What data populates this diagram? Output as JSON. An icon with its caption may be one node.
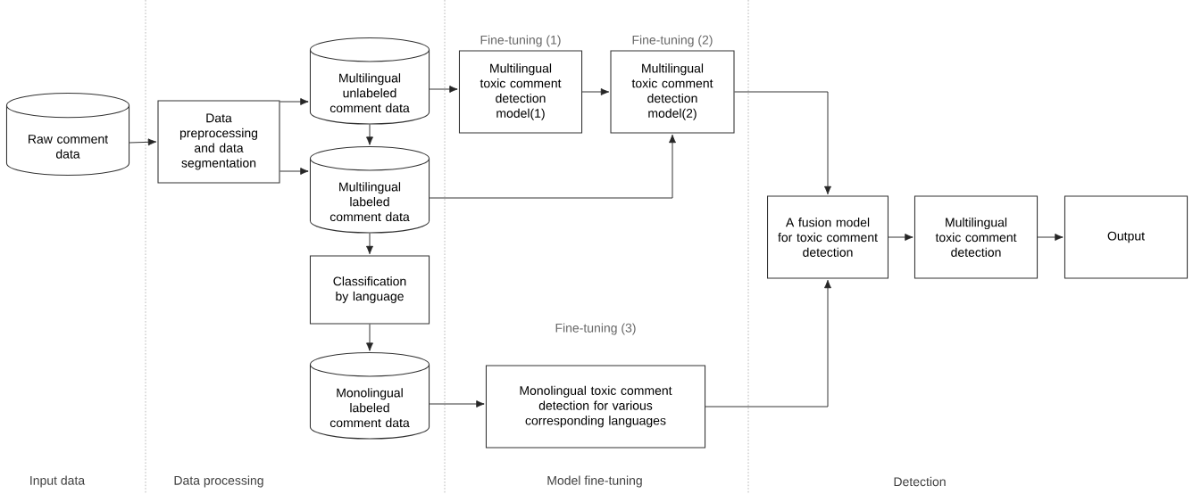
{
  "diagram": {
    "nodes": [
      {
        "text": [
          "Raw comment data"
        ]
      },
      {
        "text": [
          "Data preprocessing and data segmentation"
        ]
      },
      {
        "text": [
          "Multilingual unlabeled comment data"
        ]
      },
      {
        "text": [
          "Fine-tuning (1)",
          "Multilingual toxic comment detection model(1)"
        ]
      },
      {
        "text": [
          "Fine-tuning (2)",
          "Multilingual toxic comment detection model(2)"
        ]
      },
      {
        "text": [
          "Multilingual labeled comment data"
        ]
      },
      {
        "text": [
          "Classification by language"
        ]
      },
      {
        "text": [
          "Monolingual labeled comment data"
        ]
      },
      {
        "text": [
          "Fine-tuning (3)",
          "Monolingual toxic comment detection for various corresponding languages"
        ]
      },
      {
        "text": [
          "A fusion model for toxic comment detection"
        ]
      },
      {
        "text": [
          "Multilingual toxic comment detection"
        ]
      },
      {
        "text": [
          "Output"
        ]
      }
    ],
    "edges": [
      {
        "from": 0,
        "to": 1,
        "arrow": "to"
      },
      {
        "from": 1,
        "to": 2,
        "arrow": "to"
      },
      {
        "from": 1,
        "to": 5,
        "arrow": "to"
      },
      {
        "from": 2,
        "to": 5,
        "arrow": "to"
      },
      {
        "from": 2,
        "to": 3,
        "arrow": "to"
      },
      {
        "from": 3,
        "to": 4,
        "arrow": "to"
      },
      {
        "from": 5,
        "to": 4,
        "arrow": "to"
      },
      {
        "from": 5,
        "to": 6,
        "arrow": "to"
      },
      {
        "from": 6,
        "to": 7,
        "arrow": "to"
      },
      {
        "from": 7,
        "to": 8,
        "arrow": "to"
      },
      {
        "from": 4,
        "to": 9,
        "arrow": "to"
      },
      {
        "from": 8,
        "to": 9,
        "arrow": "to"
      },
      {
        "from": 9,
        "to": 10,
        "arrow": "to"
      },
      {
        "from": 10,
        "to": 11,
        "arrow": "to"
      }
    ],
    "labels": [
      "Input data",
      "Data processing",
      "Model fine-tuning",
      "Detection"
    ]
  }
}
